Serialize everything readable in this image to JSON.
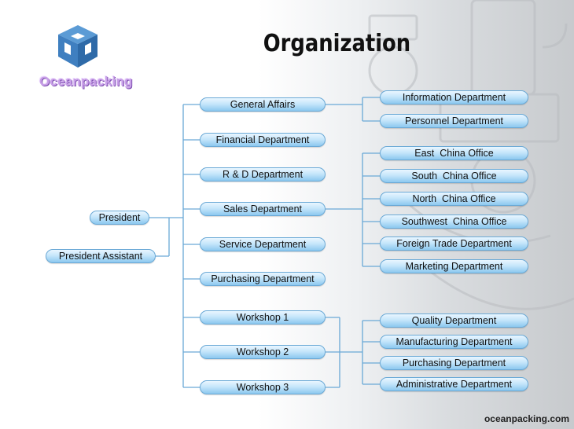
{
  "title": "Organization",
  "logo": {
    "text": "Oceanpacking",
    "icon": "cube-logo-icon"
  },
  "footer": "oceanpacking.com",
  "colors": {
    "node_fill": "#c6e6fb",
    "node_border": "#6aa9d6",
    "line": "#6aa9d6",
    "logo_text": "#c9a0e8"
  },
  "top": {
    "president": "President",
    "assistant": "President Assistant"
  },
  "departments": [
    "General Affairs",
    "Financial Department",
    "R & D Department",
    "Sales Department",
    "Service Department",
    "Purchasing Department",
    "Workshop 1",
    "Workshop 2",
    "Workshop 3"
  ],
  "general_affairs_children": [
    "Information Department",
    "Personnel Department"
  ],
  "sales_children": [
    "East  China Office",
    "South  China Office",
    "North  China Office",
    "Southwest  China Office",
    "Foreign Trade Department",
    "Marketing Department"
  ],
  "workshop_children": [
    "Quality Department",
    "Manufacturing Department",
    "Purchasing Department",
    "Administrative Department"
  ]
}
